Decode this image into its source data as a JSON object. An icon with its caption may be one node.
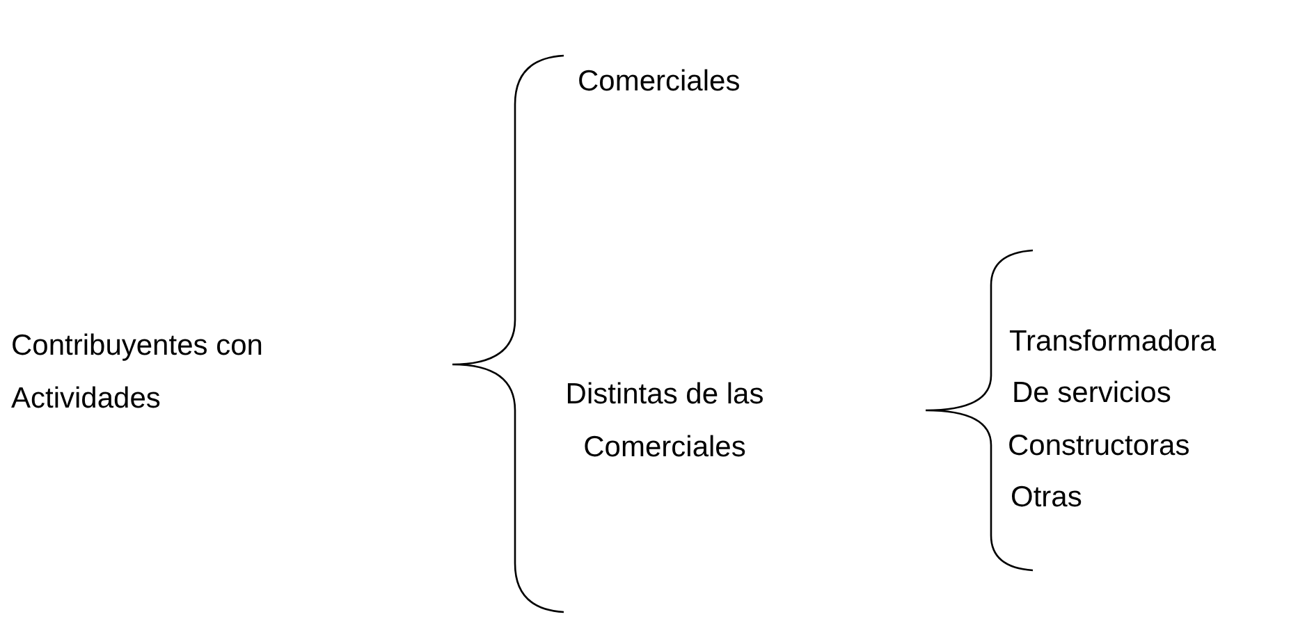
{
  "diagram": {
    "labels": [
      "Contribuyentes con Actividades",
      "Comerciales",
      "Distintas de las Comerciales",
      "Transformadora",
      "De servicios",
      "Constructoras",
      "Otras"
    ]
  }
}
